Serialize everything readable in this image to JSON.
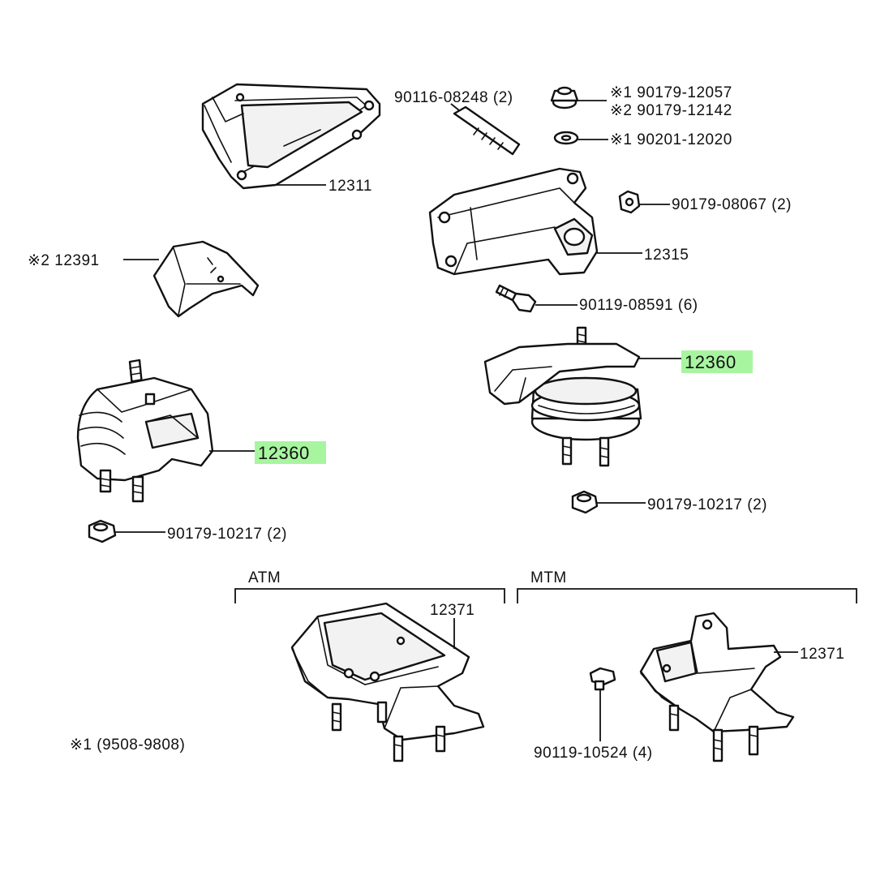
{
  "parts": {
    "p12311": "12311",
    "p90116": "90116-08248 (2)",
    "p90179_12057": "※1  90179-12057",
    "p90179_12142": "※2  90179-12142",
    "p90201": "※1  90201-12020",
    "p90179_08067": "90179-08067 (2)",
    "p12315": "12315",
    "p12391": "※2 12391",
    "p90119_08591": "90119-08591 (6)",
    "p12360_right": "12360",
    "p12360_left": "12360",
    "p90179_10217_right": "90179-10217 (2)",
    "p90179_10217_left": "90179-10217 (2)",
    "p12371_atm": "12371",
    "p12371_mtm": "12371",
    "p90119_10524": "90119-10524 (4)"
  },
  "groups": {
    "atm": "ATM",
    "mtm": "MTM"
  },
  "notes": {
    "note1": "※1  (9508-9808)"
  },
  "colors": {
    "highlight": "#a8f5a0"
  }
}
